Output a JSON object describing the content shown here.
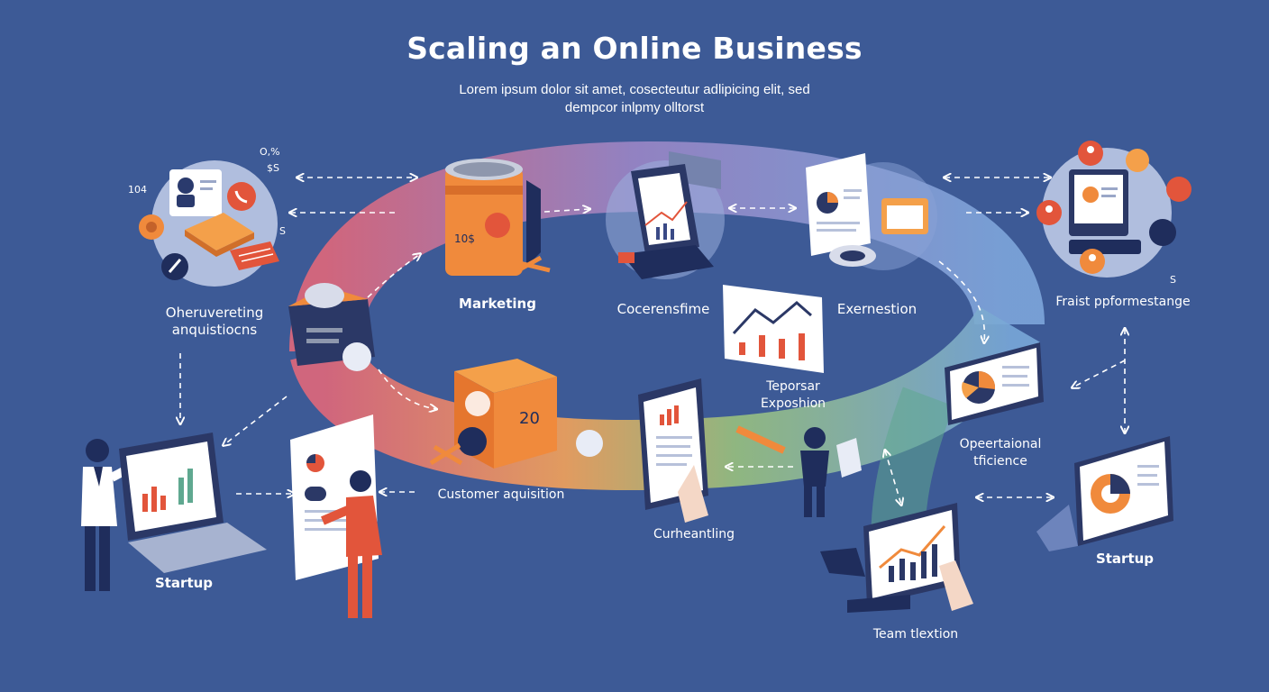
{
  "header": {
    "title": "Scaling an Online Business",
    "subtitle_line1": "Lorem ipsum dolor sit amet, cosecteutur adlipicing elit, sed",
    "subtitle_line2": "dempcor inlpmy olltorst"
  },
  "stages": {
    "acquisitions": [
      "Oheruvereting",
      "anquistiocns"
    ],
    "marketing": "Marketing",
    "cocerenstime": "Cocerensfime",
    "exernestion": "Exernestion",
    "fraist": "Fraist ppformestange",
    "tepersar": [
      "Teporsar",
      "Exposhion"
    ],
    "operational": [
      "Opeertaional",
      "tficience"
    ],
    "customer": "Customer aquisition",
    "curheantling": "Curheantling",
    "team": "Team tlextion",
    "startup_left": "Startup",
    "startup_right": "Startup"
  },
  "scribbles": {
    "a": "O,%",
    "b": "$S",
    "c": "104",
    "d": "S",
    "e": "S",
    "f": "20",
    "g": "10$"
  },
  "colors": {
    "background": "#3d5a96",
    "orange": "#f08a3c",
    "red_accent": "#e2553b",
    "ring_pink": "#d8697a",
    "ring_purple": "#8a7fc4",
    "ring_blue": "#6f9ad6",
    "ring_green": "#7fb58a",
    "navy": "#1f2d5c"
  },
  "icons": [
    "user-icon",
    "phone-icon",
    "dollar-icon",
    "pen-icon",
    "gear-icon",
    "chart-icon",
    "pie-chart-icon",
    "mail-icon",
    "clock-icon",
    "document-icon",
    "laptop-icon",
    "monitor-icon"
  ]
}
